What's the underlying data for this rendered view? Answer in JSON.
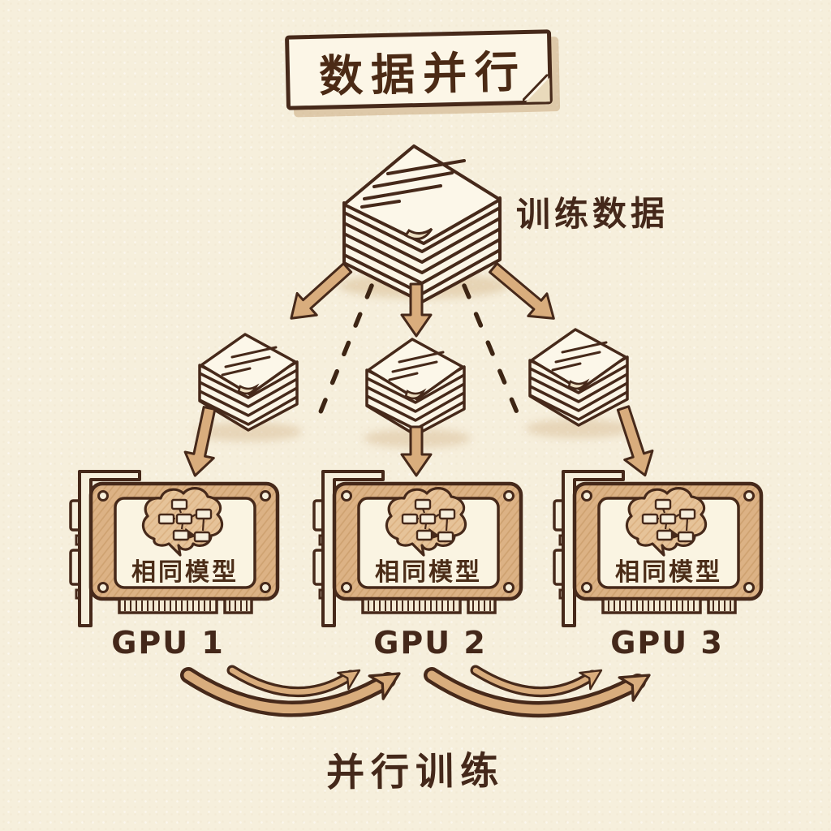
{
  "diagram": {
    "title": "数据并行",
    "training_data_label": "训练数据",
    "bottom_caption": "并行训练",
    "source_stack": {
      "icon": "document-stack-icon"
    },
    "shards": [
      {
        "icon": "document-stack-small-icon"
      },
      {
        "icon": "document-stack-small-icon"
      },
      {
        "icon": "document-stack-small-icon"
      }
    ],
    "gpus": [
      {
        "name": "GPU 1",
        "model_label": "相同模型",
        "icon": "gpu-card-icon",
        "chip_icon": "brain-network-icon"
      },
      {
        "name": "GPU 2",
        "model_label": "相同模型",
        "icon": "gpu-card-icon",
        "chip_icon": "brain-network-icon"
      },
      {
        "name": "GPU 3",
        "model_label": "相同模型",
        "icon": "gpu-card-icon",
        "chip_icon": "brain-network-icon"
      }
    ],
    "colors": {
      "background": "#f6efdc",
      "ink": "#46291a",
      "tan_fill": "#d9ad7d",
      "paper_fill": "#fcf6e7",
      "gpu_body": "#dcb285"
    }
  }
}
